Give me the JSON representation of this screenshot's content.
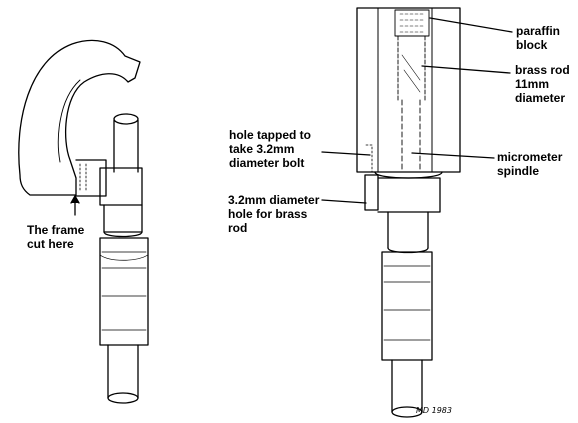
{
  "labels": {
    "frame_cut": [
      "The frame",
      "cut here"
    ],
    "paraffin": [
      "paraffin",
      "block"
    ],
    "brass_rod": [
      "brass rod",
      "11mm",
      "diameter"
    ],
    "hole_tapped": [
      "hole tapped to",
      "take 3.2mm",
      "diameter bolt"
    ],
    "spindle": [
      "micrometer",
      "spindle"
    ],
    "hole_brass": [
      "3.2mm diameter",
      "hole for brass",
      "rod"
    ]
  },
  "signature": "MD 1983"
}
